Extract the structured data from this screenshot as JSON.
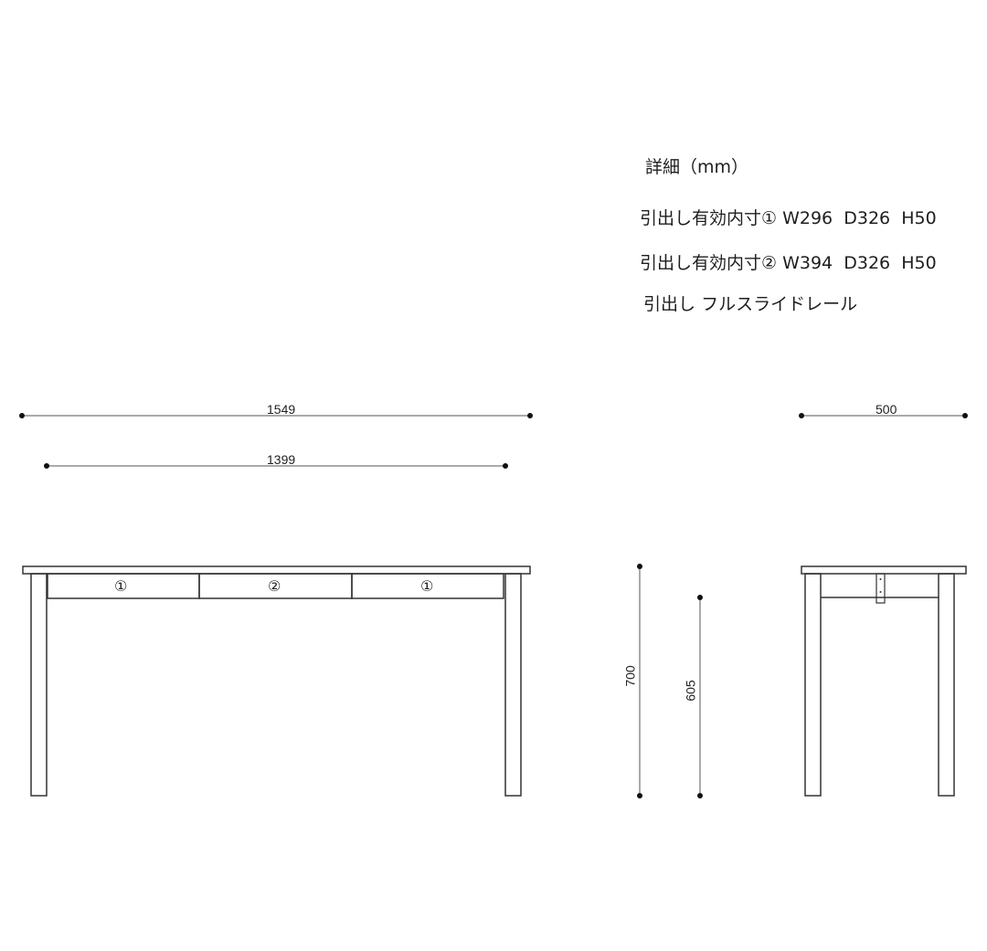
{
  "specs": {
    "title": "詳細（mm）",
    "rows": [
      {
        "key": "引出し有効内寸①",
        "value": "W296  D326  H50"
      },
      {
        "key": "引出し有効内寸②",
        "value": "W394  D326  H50"
      },
      {
        "key": "引出し",
        "value": "フルスライドレール"
      }
    ]
  },
  "dimensions": {
    "overall_width": "1549",
    "inner_width": "1399",
    "depth": "500",
    "height": "700",
    "knee_clearance": "605"
  },
  "drawers": [
    {
      "label": "①"
    },
    {
      "label": "②"
    },
    {
      "label": "①"
    }
  ],
  "colors": {
    "line": "#333333",
    "dim_line": "#555555",
    "dot": "#111111"
  }
}
